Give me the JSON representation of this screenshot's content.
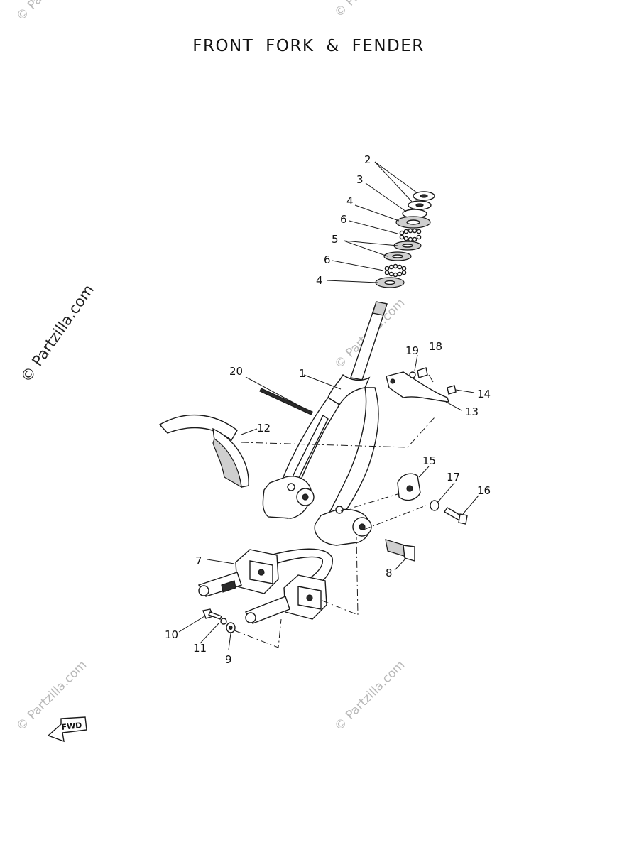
{
  "title": "FRONT FORK & FENDER",
  "watermark_side": "© Partzilla.com",
  "watermark": "© Partzilla.com",
  "fwd_label": "FWD",
  "callouts": {
    "c1": "1",
    "c2": "2",
    "c3": "3",
    "c4a": "4",
    "c4b": "4",
    "c5": "5",
    "c6a": "6",
    "c6b": "6",
    "c7": "7",
    "c8": "8",
    "c9": "9",
    "c10": "10",
    "c11": "11",
    "c12": "12",
    "c13": "13",
    "c14": "14",
    "c15": "15",
    "c16": "16",
    "c17": "17",
    "c18": "18",
    "c19": "19",
    "c20": "20"
  }
}
